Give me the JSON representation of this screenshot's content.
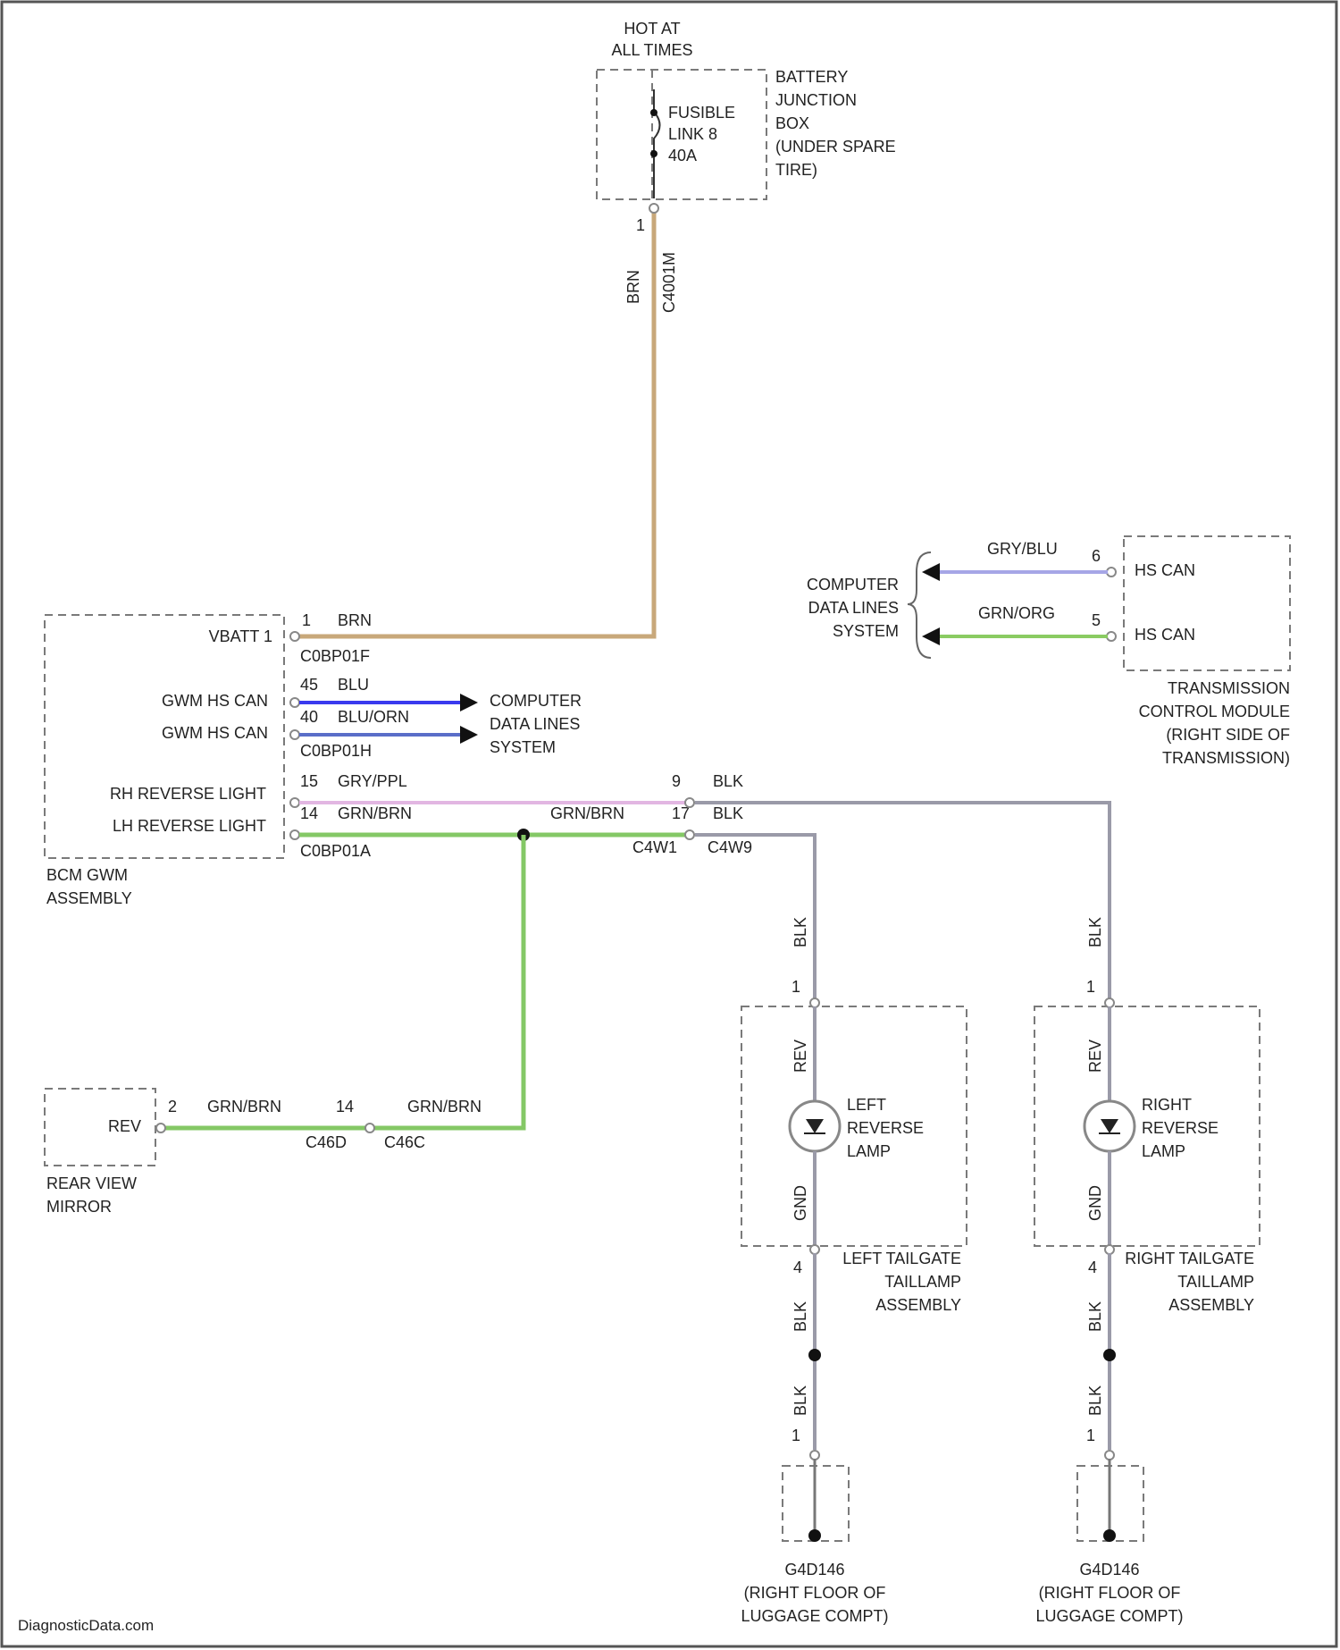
{
  "power": {
    "hot_line1": "HOT AT",
    "hot_line2": "ALL TIMES",
    "fuse_line1": "FUSIBLE",
    "fuse_line2": "LINK 8",
    "fuse_line3": "40A",
    "bjb_line1": "BATTERY",
    "bjb_line2": "JUNCTION",
    "bjb_line3": "BOX",
    "bjb_line4": "(UNDER SPARE",
    "bjb_line5": "TIRE)",
    "pin": "1",
    "wire_color": "BRN",
    "connector": "C4001M"
  },
  "bcm": {
    "name_line1": "BCM GWM",
    "name_line2": "ASSEMBLY",
    "vbatt_label": "VBATT 1",
    "hscan1_label": "GWM HS CAN",
    "hscan2_label": "GWM HS CAN",
    "rh_rev_label": "RH REVERSE LIGHT",
    "lh_rev_label": "LH REVERSE LIGHT",
    "pin_vbatt": "1",
    "wire_vbatt": "BRN",
    "conn_vbatt": "C0BP01F",
    "pin_can1": "45",
    "wire_can1": "BLU",
    "pin_can2": "40",
    "wire_can2": "BLU/ORN",
    "conn_can": "C0BP01H",
    "pin_rh": "15",
    "wire_rh": "GRY/PPL",
    "pin_lh": "14",
    "wire_lh": "GRN/BRN",
    "conn_rev": "C0BP01A"
  },
  "cdl_left": {
    "line1": "COMPUTER",
    "line2": "DATA LINES",
    "line3": "SYSTEM"
  },
  "splice": {
    "wire_grnbrn": "GRN/BRN",
    "pin_a": "9",
    "pin_b": "17",
    "wire_blk_a": "BLK",
    "wire_blk_b": "BLK",
    "conn_left": "C4W1",
    "conn_right": "C4W9"
  },
  "tcm": {
    "name_line1": "TRANSMISSION",
    "name_line2": "CONTROL MODULE",
    "name_line3": "(RIGHT SIDE OF",
    "name_line4": "TRANSMISSION)",
    "hscan_top": "HS CAN",
    "hscan_bot": "HS CAN",
    "pin_top": "6",
    "pin_bot": "5",
    "wire_top": "GRY/BLU",
    "wire_bot": "GRN/ORG"
  },
  "cdl_right": {
    "line1": "COMPUTER",
    "line2": "DATA LINES",
    "line3": "SYSTEM"
  },
  "mirror": {
    "label": "REV",
    "pin": "2",
    "wire1": "GRN/BRN",
    "pin_inline": "14",
    "wire2": "GRN/BRN",
    "conn_left": "C46D",
    "conn_right": "C46C",
    "name_line1": "REAR VIEW",
    "name_line2": "MIRROR"
  },
  "left_lamp": {
    "wire_top": "BLK",
    "pin_top": "1",
    "rev_label": "REV",
    "lamp_line1": "LEFT",
    "lamp_line2": "REVERSE",
    "lamp_line3": "LAMP",
    "gnd_label": "GND",
    "pin_bot": "4",
    "asm_line1": "LEFT TAILGATE",
    "asm_line2": "TAILLAMP",
    "asm_line3": "ASSEMBLY",
    "wire_bot1": "BLK",
    "wire_bot2": "BLK",
    "pin_gnd": "1",
    "gnd_name": "G4D146",
    "gnd_loc1": "(RIGHT FLOOR OF",
    "gnd_loc2": "LUGGAGE COMPT)"
  },
  "right_lamp": {
    "wire_top": "BLK",
    "pin_top": "1",
    "rev_label": "REV",
    "lamp_line1": "RIGHT",
    "lamp_line2": "REVERSE",
    "lamp_line3": "LAMP",
    "gnd_label": "GND",
    "pin_bot": "4",
    "asm_line1": "RIGHT TAILGATE",
    "asm_line2": "TAILLAMP",
    "asm_line3": "ASSEMBLY",
    "wire_bot1": "BLK",
    "wire_bot2": "BLK",
    "pin_gnd": "1",
    "gnd_name": "G4D146",
    "gnd_loc1": "(RIGHT FLOOR OF",
    "gnd_loc2": "LUGGAGE COMPT)"
  },
  "watermark": "DiagnosticData.com",
  "colors": {
    "brn": "#c8a87a",
    "blu": "#3a3aee",
    "gry": "#9a9aa8",
    "gryppl": "#e2b6e2",
    "grn": "#84c866"
  }
}
